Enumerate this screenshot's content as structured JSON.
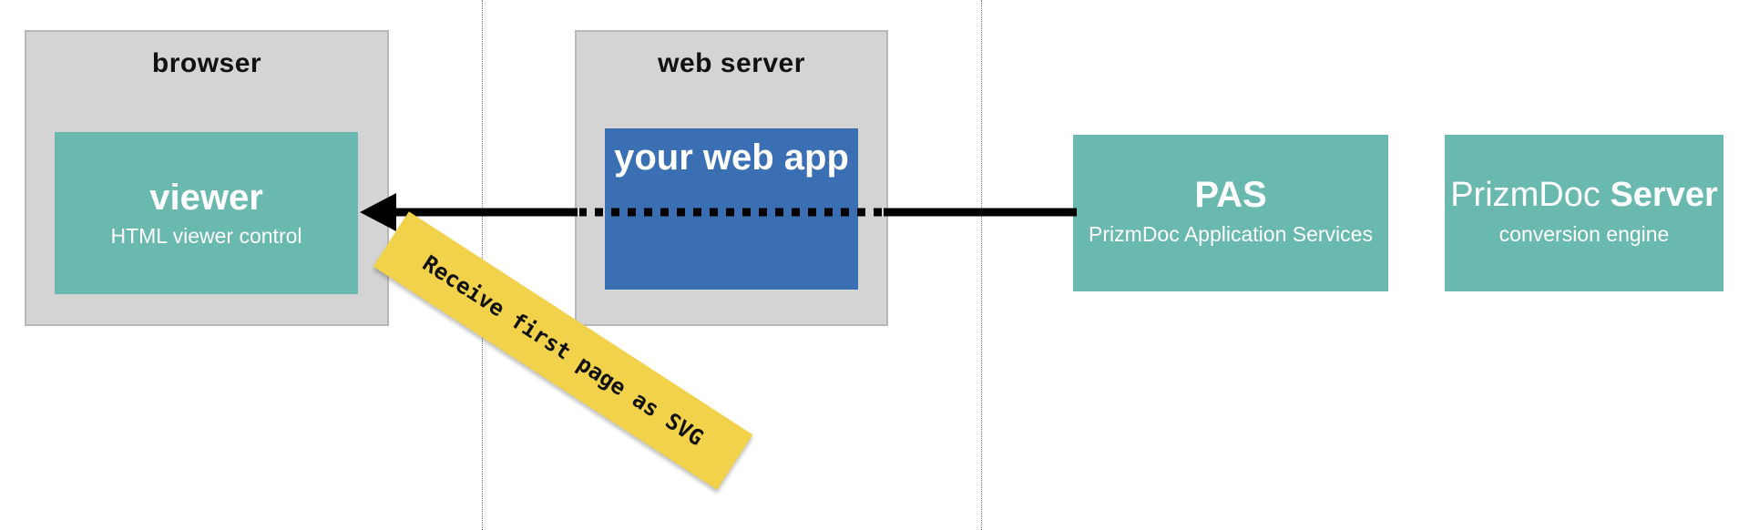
{
  "zones": {
    "browser": {
      "title": "browser"
    },
    "web_server": {
      "title": "web server"
    }
  },
  "boxes": {
    "viewer": {
      "title": "viewer",
      "subtitle": "HTML viewer control"
    },
    "web_app": {
      "title": "your web app"
    },
    "pas": {
      "title": "PAS",
      "subtitle": "PrizmDoc Application Services"
    },
    "prizmdoc_server": {
      "title_regular": "PrizmDoc",
      "title_bold": "Server",
      "subtitle": "conversion engine"
    }
  },
  "note": {
    "text": "Receive first page as SVG"
  },
  "colors": {
    "teal": "#69b9ae",
    "blue": "#3a6fb3",
    "zone_gray": "#d4d4d4",
    "note_yellow": "#f1d24a",
    "arrow": "#000000"
  }
}
